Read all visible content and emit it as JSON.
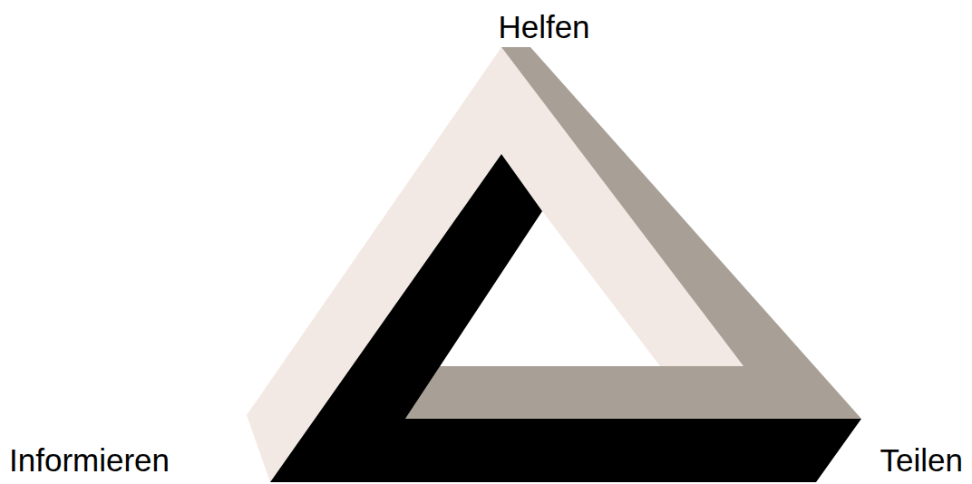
{
  "diagram": {
    "labels": [
      "Helfen",
      "Informieren",
      "Teilen"
    ]
  }
}
